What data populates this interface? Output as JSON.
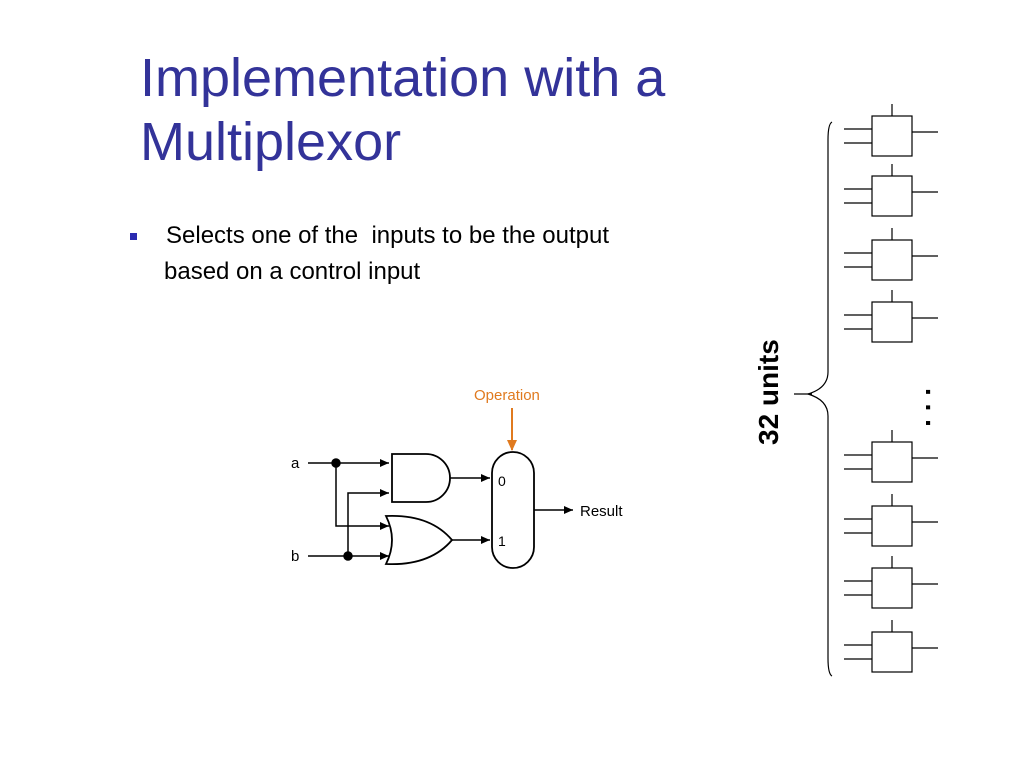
{
  "slide": {
    "title_lines": [
      "Implementation with a",
      "Multiplexor"
    ],
    "bullet": {
      "line1": "Selects one of the  inputs to be the output",
      "line2": "based on a control input"
    }
  },
  "circuit": {
    "operation_label": "Operation",
    "input_a": "a",
    "input_b": "b",
    "mux_input_0": "0",
    "mux_input_1": "1",
    "result_label": "Result"
  },
  "array": {
    "count_label": "32 units",
    "ellipsis": ". . ."
  },
  "colors": {
    "title": "#333399",
    "bullet": "#2b2bb0",
    "operation": "#e07a1f"
  }
}
